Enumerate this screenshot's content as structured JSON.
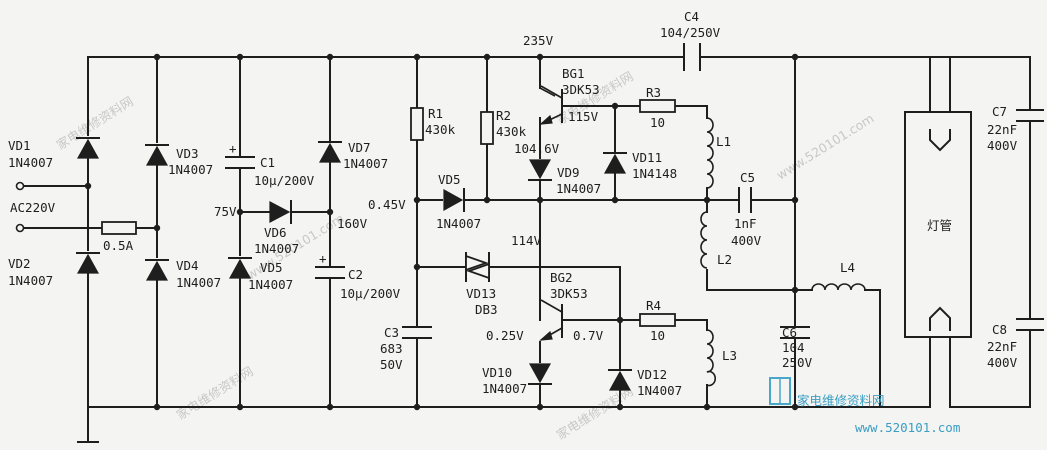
{
  "diagram": {
    "input": {
      "label": "AC220V"
    },
    "fuse": {
      "value": "0.5A"
    },
    "diodes": [
      {
        "name": "VD1",
        "part": "1N4007"
      },
      {
        "name": "VD2",
        "part": "1N4007"
      },
      {
        "name": "VD3",
        "part": "1N4007"
      },
      {
        "name": "VD4",
        "part": "1N4007"
      },
      {
        "name": "VD5",
        "part": "1N4007"
      },
      {
        "name": "VD6",
        "part": "1N4007"
      },
      {
        "name": "VD7",
        "part": "1N4007"
      },
      {
        "name": "VD5",
        "part": "1N4007"
      },
      {
        "name": "VD9",
        "part": "1N4007"
      },
      {
        "name": "VD10",
        "part": "1N4007"
      },
      {
        "name": "VD11",
        "part": "1N4148"
      },
      {
        "name": "VD12",
        "part": "1N4007"
      },
      {
        "name": "VD13",
        "part": "DB3"
      }
    ],
    "capacitors": {
      "c1": {
        "name": "C1",
        "value": "10μ/200V"
      },
      "c2": {
        "name": "C2",
        "value": "10μ/200V"
      },
      "c3": {
        "name": "C3",
        "value1": "683",
        "value2": "50V"
      },
      "c4": {
        "name": "C4",
        "value": "104/250V"
      },
      "c5": {
        "name": "C5",
        "value1": "1nF",
        "value2": "400V"
      },
      "c6": {
        "name": "C6",
        "value1": "104",
        "value2": "250V"
      },
      "c7": {
        "name": "C7",
        "value1": "22nF",
        "value2": "400V"
      },
      "c8": {
        "name": "C8",
        "value1": "22nF",
        "value2": "400V"
      }
    },
    "resistors": {
      "r1": {
        "name": "R1",
        "value": "430k"
      },
      "r2": {
        "name": "R2",
        "value": "430k"
      },
      "r3": {
        "name": "R3",
        "value": "10"
      },
      "r4": {
        "name": "R4",
        "value": "10"
      }
    },
    "transistors": {
      "bg1": {
        "name": "BG1",
        "part": "3DK53"
      },
      "bg2": {
        "name": "BG2",
        "part": "3DK53"
      }
    },
    "inductors": {
      "l1": "L1",
      "l2": "L2",
      "l3": "L3",
      "l4": "L4"
    },
    "tube": {
      "label": "灯管"
    },
    "voltages": {
      "v75": "75V",
      "v160": "160V",
      "v045": "0.45V",
      "v235": "235V",
      "v115": "115V",
      "v1046": "104.6V",
      "v114": "114V",
      "v025": "0.25V",
      "v07": "0.7V"
    },
    "watermark": {
      "text": "家电维修资料网",
      "url": "www.520101.com"
    },
    "logo": {
      "title": "家电维修资料网",
      "url": "www.520101.com"
    }
  }
}
